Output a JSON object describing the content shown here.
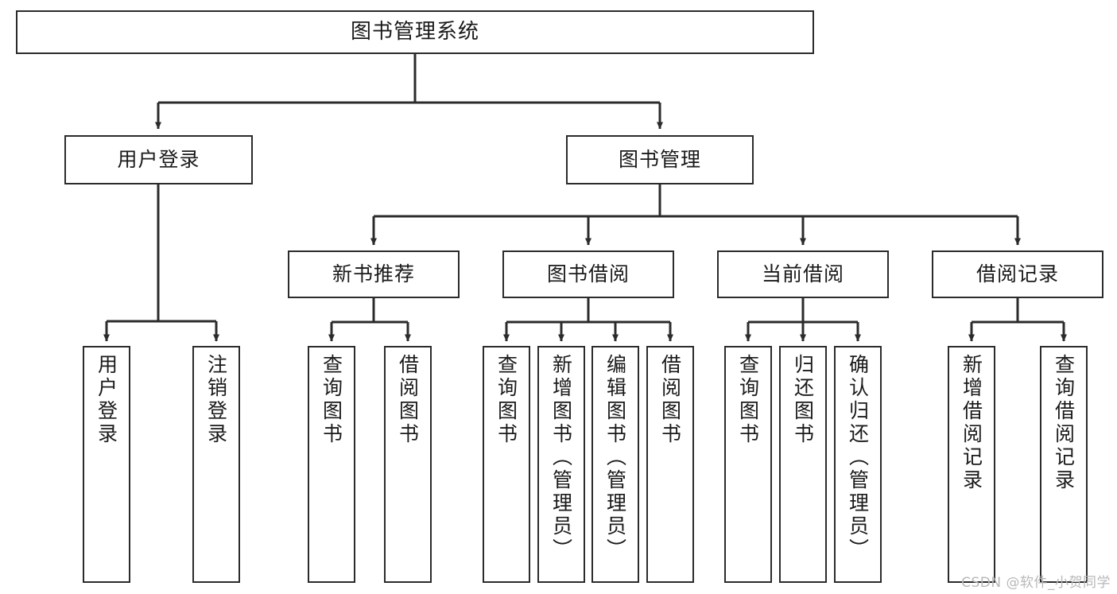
{
  "diagram": {
    "title": "图书管理系统",
    "type": "hierarchy-tree",
    "colors": {
      "box_border": "#2b2b2b",
      "box_fill": "#ffffff",
      "edge": "#2b2b2b",
      "text": "#1a1a1a",
      "watermark": "#b8b8b8"
    },
    "root": {
      "label": "图书管理系统"
    },
    "level2": [
      {
        "label": "用户登录"
      },
      {
        "label": "图书管理"
      }
    ],
    "level3": [
      {
        "label": "新书推荐"
      },
      {
        "label": "图书借阅"
      },
      {
        "label": "当前借阅"
      },
      {
        "label": "借阅记录"
      }
    ],
    "leaves": [
      {
        "label": "用户登录"
      },
      {
        "label": "注销登录"
      },
      {
        "label": "查询图书"
      },
      {
        "label": "借阅图书"
      },
      {
        "label": "查询图书"
      },
      {
        "label": "新增图书（管理员）"
      },
      {
        "label": "编辑图书（管理员）"
      },
      {
        "label": "借阅图书"
      },
      {
        "label": "查询图书"
      },
      {
        "label": "归还图书"
      },
      {
        "label": "确认归还（管理员）"
      },
      {
        "label": "新增借阅记录"
      },
      {
        "label": "查询借阅记录"
      }
    ]
  },
  "watermark": {
    "text": "CSDN @软件_小贺同学"
  }
}
